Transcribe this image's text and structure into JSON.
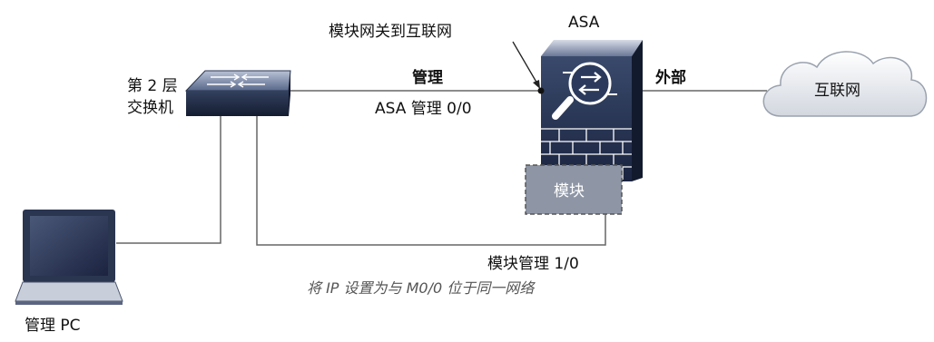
{
  "labels": {
    "module_gateway": "模块网关到互联网",
    "asa": "ASA",
    "switch_line1": "第 2 层",
    "switch_line2": "交换机",
    "management": "管理",
    "asa_mgmt_port": "ASA 管理 0/0",
    "outside": "外部",
    "internet": "互联网",
    "module": "模块",
    "module_mgmt": "模块管理 1/0",
    "ip_note": "将 IP 设置为与 M0/0 位于同一网络",
    "mgmt_pc": "管理 PC"
  },
  "colors": {
    "line": "#666666",
    "device_dark": "#1f2a44",
    "device_mid": "#3b4b6b",
    "module_fill": "#8e96a6",
    "cloud_fill": "#e9ecf0",
    "text": "#111111"
  }
}
